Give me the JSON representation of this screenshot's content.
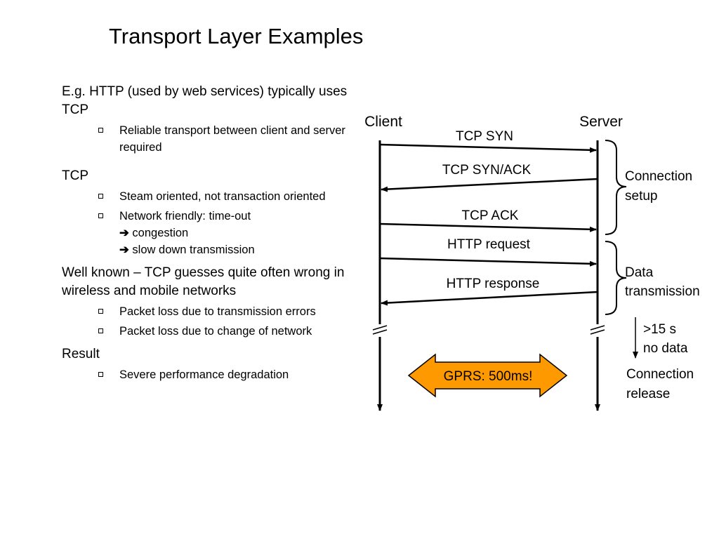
{
  "title": "Transport Layer Examples",
  "sections": [
    {
      "heading": "E.g. HTTP (used by web services) typically uses TCP",
      "items": [
        {
          "text": "Reliable transport between client and server required"
        }
      ]
    },
    {
      "heading": "TCP",
      "items": [
        {
          "text": "Steam oriented, not transaction oriented"
        },
        {
          "text": "Network friendly: time-out",
          "sublines": [
            "congestion",
            "slow down transmission"
          ]
        }
      ]
    },
    {
      "heading": "Well known – TCP guesses quite often wrong in wireless and mobile networks",
      "items": [
        {
          "text": "Packet loss due to transmission errors"
        },
        {
          "text": "Packet loss due to change of network"
        }
      ]
    },
    {
      "heading": "Result",
      "items": [
        {
          "text": "Severe performance degradation"
        }
      ]
    }
  ],
  "diagram": {
    "client_label": "Client",
    "server_label": "Server",
    "messages": [
      {
        "label": "TCP SYN",
        "direction": "client-to-server"
      },
      {
        "label": "TCP SYN/ACK",
        "direction": "server-to-client"
      },
      {
        "label": "TCP ACK",
        "direction": "client-to-server"
      },
      {
        "label": "HTTP request",
        "direction": "client-to-server"
      },
      {
        "label": "HTTP response",
        "direction": "server-to-client"
      }
    ],
    "phases": {
      "setup_line1": "Connection",
      "setup_line2": "setup",
      "data_line1": "Data",
      "data_line2": "transmission",
      "release_line1": "Connection",
      "release_line2": "release"
    },
    "timeout_line1": ">15 s",
    "timeout_line2": "no data",
    "gprs_label": "GPRS: 500ms!",
    "gprs_color": "#FF9900"
  }
}
